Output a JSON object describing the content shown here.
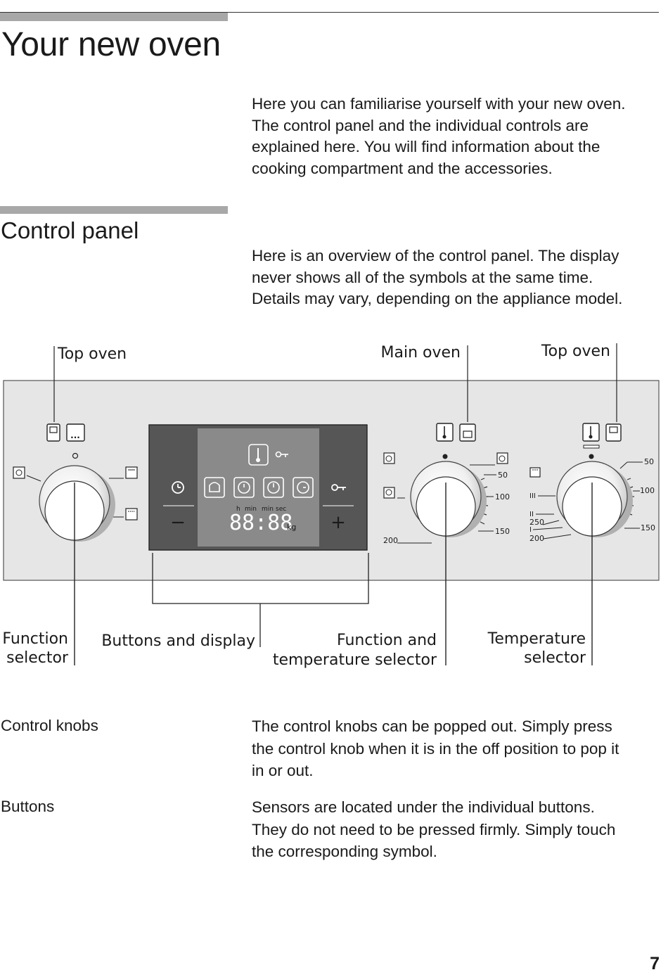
{
  "page": {
    "title": "Your new oven",
    "intro": [
      "Here you can familiarise yourself with your new oven.",
      "The control panel and the individual controls are",
      "explained here. You will find information about the",
      "cooking compartment and the accessories."
    ],
    "section_title": "Control panel",
    "section_intro": [
      "Here is an overview of the control panel. The display",
      "never shows all of the symbols at the same time.",
      "Details may vary, depending on the appliance model."
    ],
    "page_number": "7"
  },
  "diagram": {
    "labels": {
      "top_oven_left": "Top oven",
      "main_oven": "Main oven",
      "top_oven_right": "Top oven",
      "function_selector": [
        "Function",
        "selector"
      ],
      "buttons_and_display": "Buttons and display",
      "function_temp_selector": [
        "Function and",
        "temperature selector"
      ],
      "temperature_selector": [
        "Temperature",
        "selector"
      ]
    },
    "display": {
      "units": [
        "h",
        "min",
        "min",
        "sec"
      ],
      "time": "88:88",
      "kg": "kg",
      "minus": "−",
      "plus": "+"
    },
    "main_dial": {
      "temps": [
        "50",
        "100",
        "150",
        "200"
      ]
    },
    "top_dial": {
      "marks": [
        "50",
        "100",
        "150",
        "III",
        "II",
        "250",
        "I",
        "200"
      ]
    }
  },
  "sections": [
    {
      "heading": "Control knobs",
      "lines": [
        "The control knobs can be popped out. Simply press",
        "the control knob when it is in the off position to pop it",
        "in or out."
      ]
    },
    {
      "heading": "Buttons",
      "lines": [
        "Sensors are located under the individual buttons.",
        "They do not need to be pressed firmly. Simply touch",
        "the corresponding symbol."
      ]
    }
  ],
  "colors": {
    "panel": "#e6e6e6",
    "display_outer": "#565656",
    "display_inner": "#8a8a8a",
    "rule_bar": "#a8a8a8"
  }
}
